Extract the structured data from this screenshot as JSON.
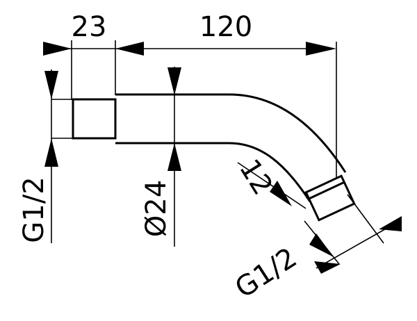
{
  "drawing": {
    "line_color": "#000000",
    "background": "#ffffff",
    "dimensions": {
      "inlet_length": "23",
      "arm_length": "120",
      "inlet_thread": "G1/2",
      "tube_diameter": "Ø24",
      "outlet_length": "12",
      "outlet_thread": "G1/2"
    }
  }
}
